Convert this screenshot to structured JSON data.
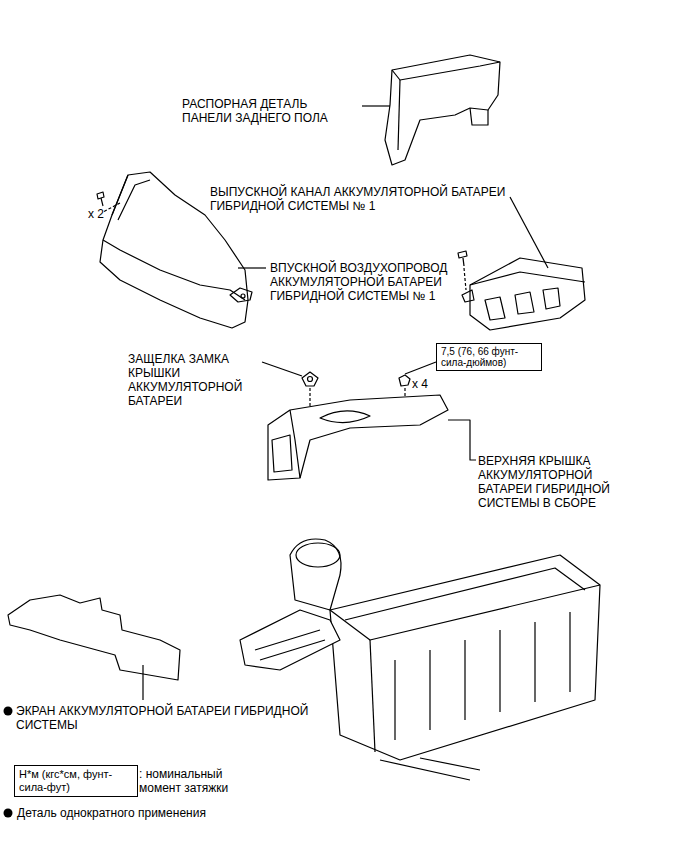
{
  "diagram": {
    "nodes": [
      {
        "text": [
          "7,5 (76, 66 фунт-сила-дюймов)"
        ]
      },
      {
        "text": [
          "Н*м (кгс*см, фунт-сила-фут)"
        ]
      }
    ],
    "labels": [
      "РАСПОРНАЯ ДЕТАЛЬ ПАНЕЛИ ЗАДНЕГО ПОЛА",
      "x 2",
      "ВЫПУСКНОЙ КАНАЛ АККУМУЛЯТОРНОЙ БАТАРЕИ ГИБРИДНОЙ СИСТЕМЫ № 1",
      "ВПУСКНОЙ ВОЗДУХОПРОВОД АККУМУЛЯТОРНОЙ БАТАРЕИ ГИБРИДНОЙ СИСТЕМЫ № 1",
      "ЗАЩЕЛКА ЗАМКА КРЫШКИ АККУМУЛЯТОРНОЙ БАТАРЕИ",
      "x 4",
      "ВЕРХНЯЯ КРЫШКА АККУМУЛЯТОРНОЙ БАТАРЕИ ГИБРИДНОЙ СИСТЕМЫ В СБОРЕ",
      "ЭКРАН АККУМУЛЯТОРНОЙ БАТАРЕИ ГИБРИДНОЙ СИСТЕМЫ"
    ],
    "legend": [
      {
        "text": ": номинальный момент затяжки"
      },
      {
        "text": "Деталь однократного применения"
      }
    ]
  }
}
